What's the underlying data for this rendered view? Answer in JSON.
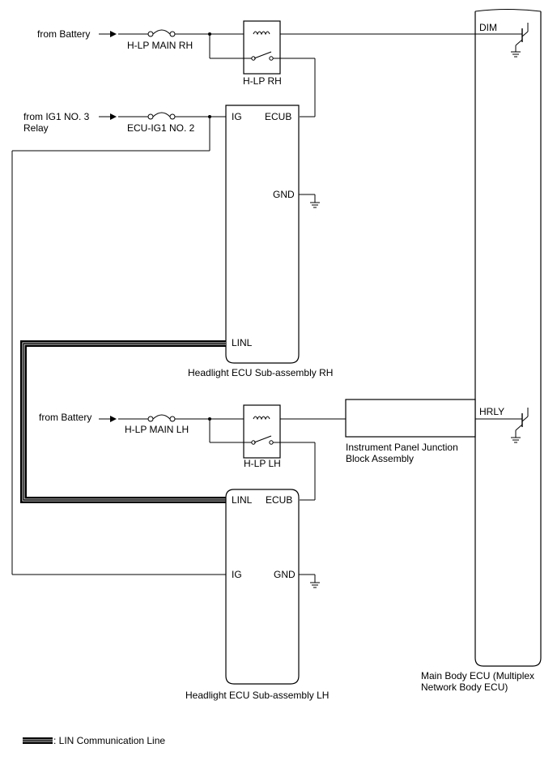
{
  "labels": {
    "from_battery_top": "from Battery",
    "hlp_main_rh": "H-LP MAIN RH",
    "hlp_rh": "H-LP RH",
    "dim": "DIM",
    "from_ig1_line1": "from IG1 NO. 3",
    "from_ig1_line2": "Relay",
    "ecu_ig1_no2": "ECU-IG1 NO. 2",
    "rh_ig": "IG",
    "rh_ecub": "ECUB",
    "rh_gnd": "GND",
    "rh_linl": "LINL",
    "headlight_rh": "Headlight ECU Sub-assembly RH",
    "from_battery_bottom": "from Battery",
    "hlp_main_lh": "H-LP MAIN LH",
    "hlp_lh": "H-LP LH",
    "hrly": "HRLY",
    "ip_jb_line1": "Instrument Panel Junction",
    "ip_jb_line2": "Block Assembly",
    "lh_linl": "LINL",
    "lh_ecub": "ECUB",
    "lh_ig": "IG",
    "lh_gnd": "GND",
    "headlight_lh": "Headlight ECU Sub-assembly LH",
    "main_body_line1": "Main Body ECU (Multiplex",
    "main_body_line2": "Network Body ECU)",
    "legend": ": LIN Communication Line"
  }
}
